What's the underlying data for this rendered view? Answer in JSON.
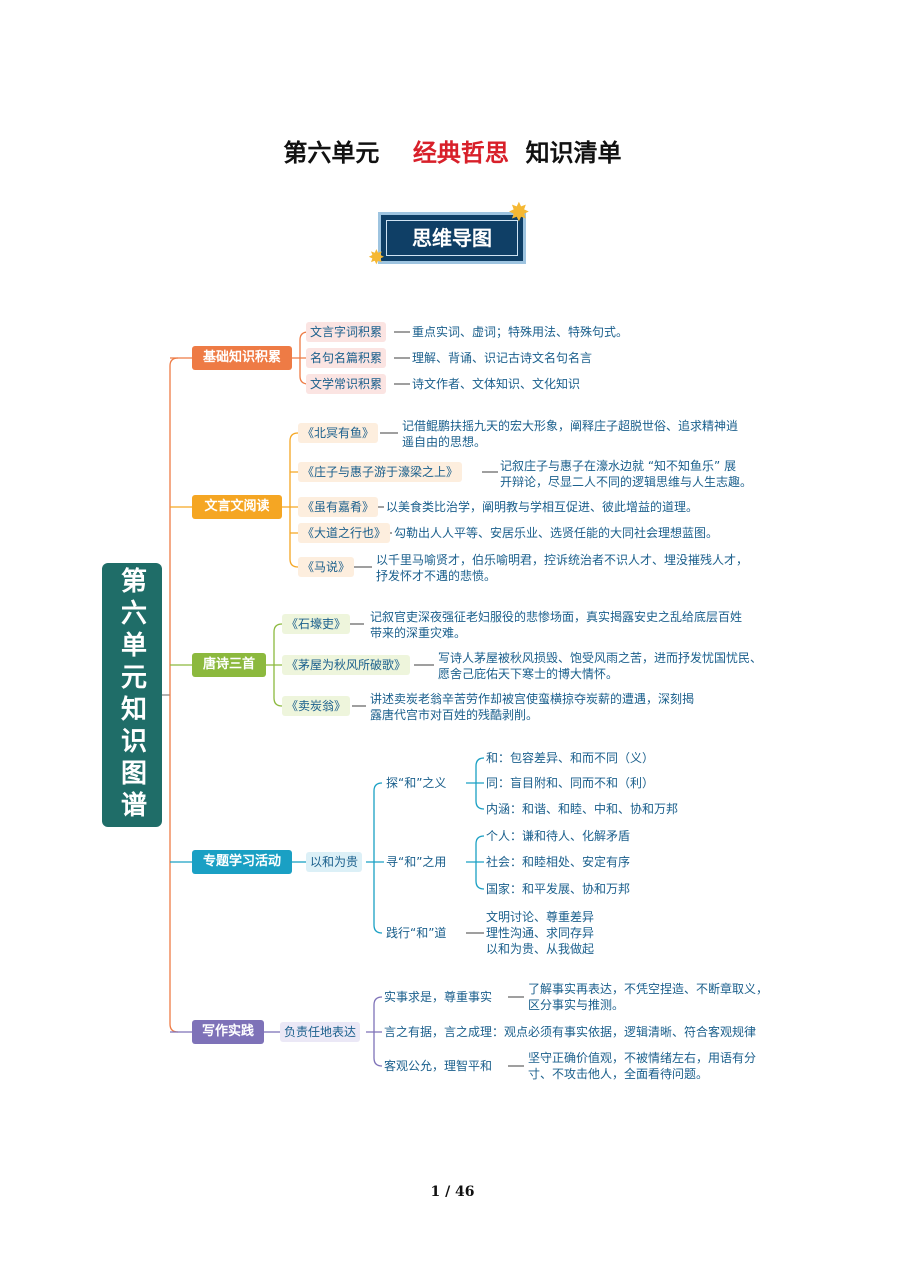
{
  "title": {
    "prefix": "第六单元",
    "highlight": "经典哲思",
    "suffix": "知识清单"
  },
  "banner": "思维导图",
  "root": "第六单元知识图谱",
  "categories": {
    "basic": "基础知识积累",
    "reading": "文言文阅读",
    "poems": "唐诗三首",
    "project": "专题学习活动",
    "writing": "写作实践"
  },
  "basic": {
    "items": [
      {
        "label": "文言字词积累",
        "desc": "重点实词、虚词；特殊用法、特殊句式。"
      },
      {
        "label": "名句名篇积累",
        "desc": "理解、背诵、识记古诗文名句名言"
      },
      {
        "label": "文学常识积累",
        "desc": "诗文作者、文体知识、文化知识"
      }
    ]
  },
  "reading": {
    "items": [
      {
        "label": "《北冥有鱼》",
        "line1": "记借鲲鹏扶摇九天的宏大形象，阐释庄子超脱世俗、追求精神逍",
        "line2": "遥自由的思想。"
      },
      {
        "label": "《庄子与惠子游于濠梁之上》",
        "line1": "记叙庄子与惠子在濠水边就 “知不知鱼乐” 展",
        "line2": "开辩论，尽显二人不同的逻辑思维与人生志趣。"
      },
      {
        "label": "《虽有嘉肴》",
        "line1": "以美食类比治学，阐明教与学相互促进、彼此增益的道理。",
        "line2": ""
      },
      {
        "label": "《大道之行也》",
        "line1": "勾勒出人人平等、安居乐业、选贤任能的大同社会理想蓝图。",
        "line2": ""
      },
      {
        "label": "《马说》",
        "line1": "以千里马喻贤才，伯乐喻明君，控诉统治者不识人才、埋没摧残人才，",
        "line2": "抒发怀才不遇的悲愤。"
      }
    ]
  },
  "poems": {
    "items": [
      {
        "label": "《石壕吏》",
        "line1": "记叙官吏深夜强征老妇服役的悲惨场面，真实揭露安史之乱给底层百姓",
        "line2": "带来的深重灾难。"
      },
      {
        "label": "《茅屋为秋风所破歌》",
        "line1": "写诗人茅屋被秋风损毁、饱受风雨之苦，进而抒发忧国忧民、",
        "line2": "愿舍己庇佑天下寒士的博大情怀。"
      },
      {
        "label": "《卖炭翁》",
        "line1": "讲述卖炭老翁辛苦劳作却被宫使蛮横掠夺炭薪的遭遇，深刻揭",
        "line2": "露唐代宫市对百姓的残酷剥削。"
      }
    ]
  },
  "project": {
    "hub": "以和为贵",
    "groups": [
      {
        "label": "探“和”之义",
        "items": [
          "和：包容差异、和而不同（义）",
          "同：盲目附和、同而不和（利）",
          "内涵：和谐、和睦、中和、协和万邦"
        ]
      },
      {
        "label": "寻“和”之用",
        "items": [
          "个人：谦和待人、化解矛盾",
          "社会：和睦相处、安定有序",
          "国家：和平发展、协和万邦"
        ]
      },
      {
        "label": "践行“和”道",
        "items": [
          "文明讨论、尊重差异",
          "理性沟通、求同存异",
          "以和为贵、从我做起"
        ]
      }
    ]
  },
  "writing": {
    "hub": "负责任地表达",
    "items": [
      {
        "label": "实事求是，尊重事实",
        "line1": "了解事实再表达，不凭空捏造、不断章取义，",
        "line2": "区分事实与推测。"
      },
      {
        "label": "言之有据，言之成理：观点必须有事实依据，逻辑清晰、符合客观规律",
        "line1": "",
        "line2": ""
      },
      {
        "label": "客观公允，理智平和",
        "line1": "坚守正确价值观，不被情绪左右，用语有分",
        "line2": "寸、不攻击他人，全面看待问题。"
      }
    ]
  },
  "page": "1 / 46",
  "colors": {
    "basic": "#ee7b45",
    "reading": "#f5a623",
    "poems": "#8cb93e",
    "project": "#1aa0c4",
    "writing": "#7e72b8",
    "root": "#1f6d68"
  }
}
